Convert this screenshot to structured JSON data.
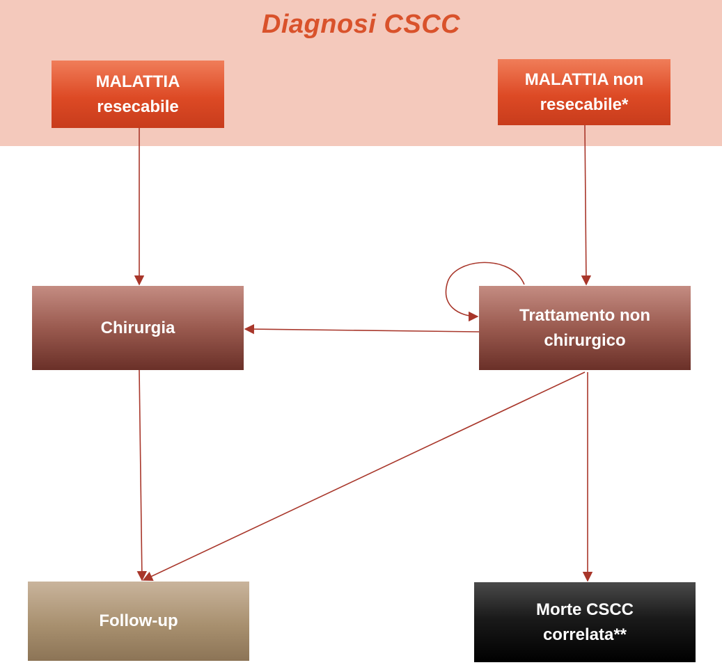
{
  "header": {
    "title": "Diagnosi CSCC",
    "band_color": "#f4c9bc",
    "title_color": "#d9522b"
  },
  "nodes": {
    "resecabile": {
      "line1": "MALATTIA",
      "line2": "resecabile",
      "color": "#dd4a25"
    },
    "non_resecabile": {
      "line1": "MALATTIA non",
      "line2": "resecabile*",
      "color": "#dd4a25"
    },
    "chirurgia": {
      "line1": "Chirurgia",
      "color": "#9a5a4f"
    },
    "trattamento": {
      "line1": "Trattamento non",
      "line2": "chirurgico",
      "color": "#9a5a4f"
    },
    "follow_up": {
      "line1": "Follow-up",
      "color": "#a8906f"
    },
    "morte": {
      "line1": "Morte CSCC",
      "line2": "correlata**",
      "color": "#1a1a1a"
    }
  },
  "edges": [
    {
      "from": "resecabile",
      "to": "chirurgia"
    },
    {
      "from": "non_resecabile",
      "to": "trattamento"
    },
    {
      "from": "trattamento",
      "to": "trattamento"
    },
    {
      "from": "trattamento",
      "to": "chirurgia"
    },
    {
      "from": "chirurgia",
      "to": "follow_up"
    },
    {
      "from": "trattamento",
      "to": "follow_up"
    },
    {
      "from": "trattamento",
      "to": "morte"
    }
  ],
  "edge_color": "#a8362a"
}
